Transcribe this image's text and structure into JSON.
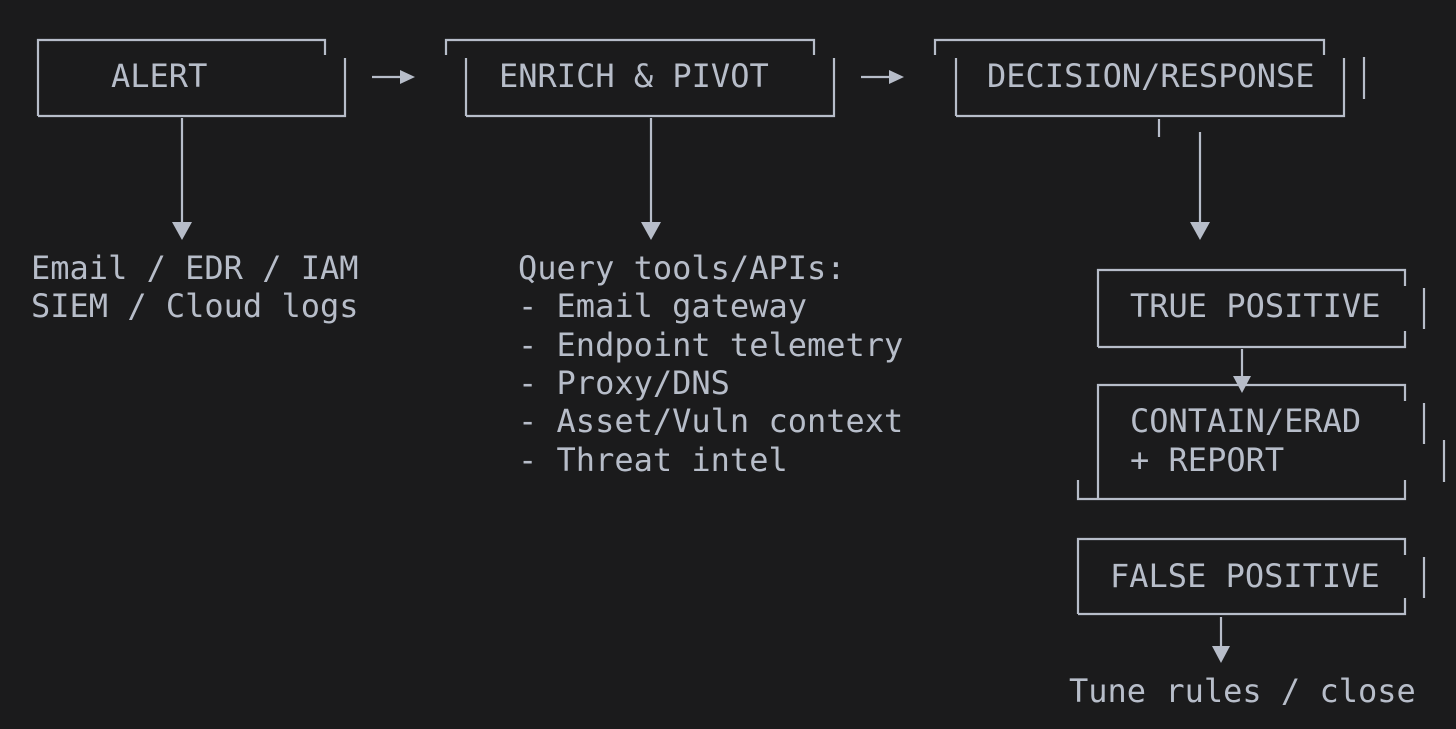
{
  "nodes": {
    "alert": {
      "label": "ALERT"
    },
    "enrich_pivot": {
      "label": "ENRICH & PIVOT"
    },
    "decision_response": {
      "label": "DECISION/RESPONSE"
    },
    "true_positive": {
      "label": "TRUE POSITIVE"
    },
    "contain_erad": {
      "lines": [
        "CONTAIN/ERAD",
        "+ REPORT"
      ]
    },
    "false_positive": {
      "label": "FALSE POSITIVE"
    }
  },
  "notes": {
    "sources": [
      "Email / EDR / IAM",
      "SIEM / Cloud logs"
    ],
    "enrichment": [
      "Query tools/APIs:",
      "- Email gateway",
      "- Endpoint telemetry",
      "- Proxy/DNS",
      "- Asset/Vuln context",
      "- Threat intel"
    ],
    "false_positive_action": [
      "Tune rules / close"
    ]
  },
  "edges": [
    {
      "from": "alert",
      "to": "enrich_pivot",
      "glyph": "→"
    },
    {
      "from": "enrich_pivot",
      "to": "decision_response",
      "glyph": "→"
    },
    {
      "from": "alert",
      "to": "sources",
      "glyph": "▼"
    },
    {
      "from": "enrich_pivot",
      "to": "enrichment",
      "glyph": "▼"
    },
    {
      "from": "decision_response",
      "to": "true_positive",
      "glyph": "▼"
    },
    {
      "from": "true_positive",
      "to": "contain_erad",
      "glyph": "▼"
    },
    {
      "from": "false_positive",
      "to": "false_positive_action",
      "glyph": "▼"
    }
  ],
  "colors": {
    "background": "#1b1b1c",
    "foreground": "#b7bdc9"
  }
}
